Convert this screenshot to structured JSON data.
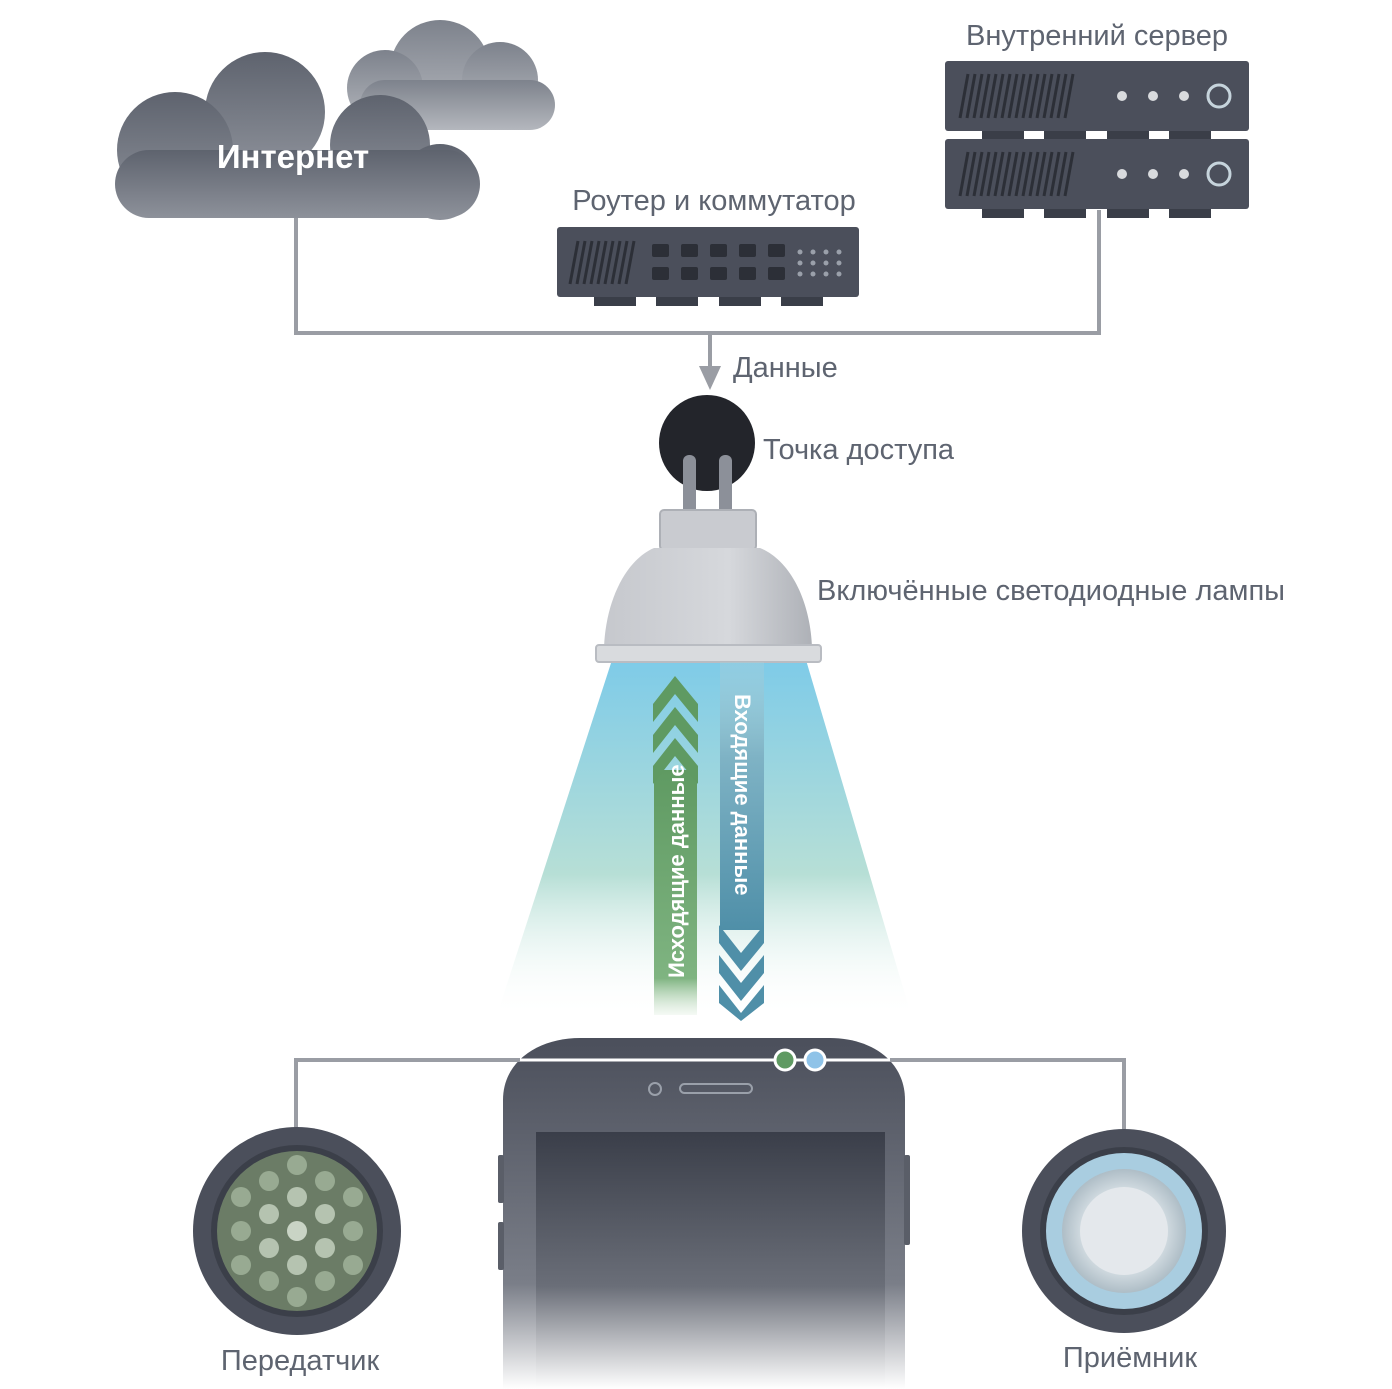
{
  "labels": {
    "internet": "Интернет",
    "internal_server": "Внутренний сервер",
    "router_switch": "Роутер и коммутатор",
    "data": "Данные",
    "access_point": "Точка доступа",
    "led_lamps": "Включённые светодиодные лампы",
    "outgoing_data": "Исходящие данные",
    "incoming_data": "Входящие данные",
    "transmitter": "Передатчик",
    "receiver": "Приёмник"
  },
  "colors": {
    "device_dark": "#4b4f5b",
    "cloud": "#6f7480",
    "wire": "#9a9da4",
    "outgoing": "#5f9a62",
    "incoming": "#4f8fa8",
    "light_beam": "#8fcde6"
  }
}
